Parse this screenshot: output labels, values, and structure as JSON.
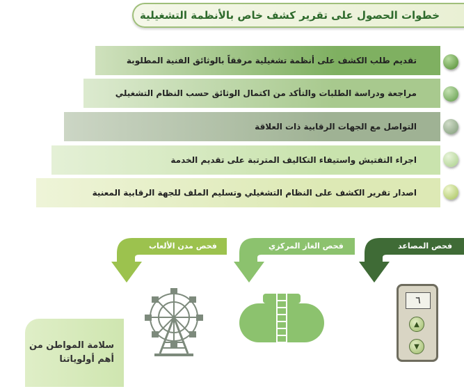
{
  "title": "خطوات الحصول على تقرير كشف خاص بالأنظمة التشغيلية",
  "steps": [
    {
      "text": "تقديم طلب الكشف على أنظمة تشغيلية مرفقاً بالوثائق الفنية المطلوبة",
      "color": "#7fb061",
      "bullet": "#4f8a2f"
    },
    {
      "text": "مراجعة ودراسة الطلبات والتأكد من اكتمال الوثائق حسب النظام التشغيلي",
      "color": "#a8c98e",
      "bullet": "#5f9a48"
    },
    {
      "text": "التواصل مع الجهات الرقابية ذات العلاقة",
      "color": "#9fb294",
      "bullet": "#7f9a78"
    },
    {
      "text": "اجراء التفتيش واستيفاء التكاليف المترتبة على تقديم الخدمة",
      "color": "#c9e3ad",
      "bullet": "#a9cf8a"
    },
    {
      "text": "اصدار تقرير الكشف على النظام التشغيلي وتسليم الملف للجهة الرقابية المعنية",
      "color": "#dde9b5",
      "bullet": "#a6c25a"
    }
  ],
  "inspections": [
    {
      "label": "فحص المصاعد",
      "color": "#3f6b36"
    },
    {
      "label": "فحص الغاز المركزي",
      "color": "#8cc26e"
    },
    {
      "label": "فحص مدن الألعاب",
      "color": "#9cc24e"
    }
  ],
  "lift": {
    "display": "٦",
    "up_icon": "triangle-up-icon",
    "down_icon": "triangle-down-icon"
  },
  "slogan": {
    "line1": "سلامة المواطن من",
    "line2": "أهم أولوياتنا"
  }
}
